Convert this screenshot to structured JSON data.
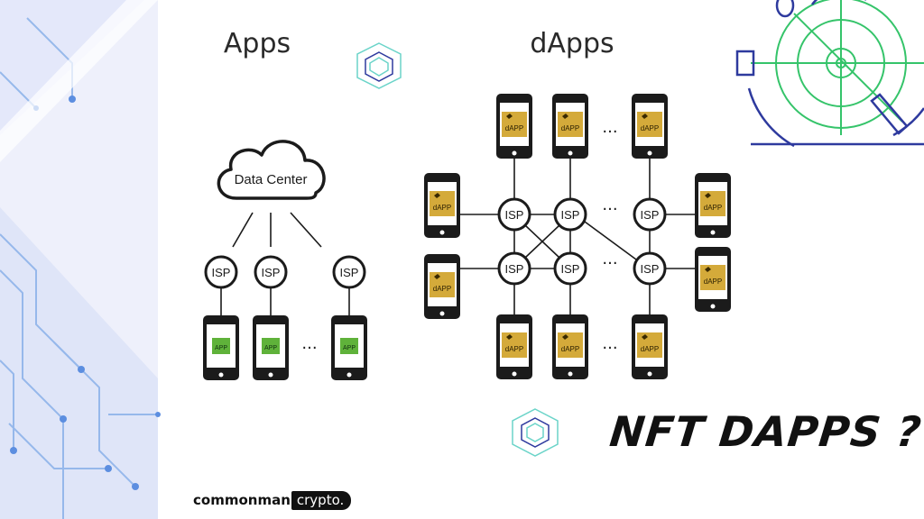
{
  "headings": {
    "apps": "Apps",
    "dapps": "dApps"
  },
  "cloud_label": "Data Center",
  "isp_label": "ISP",
  "app_label": "APP",
  "dapp_label": "dAPP",
  "ellipsis": "···",
  "main_caption": "NFT DAPPS ?",
  "brand": {
    "part1": "commonman",
    "part2": "crypto."
  },
  "colors": {
    "app_green": "#5fb23a",
    "dapp_gold": "#d4aa3a",
    "phone_black": "#1b1b1b",
    "accent_green": "#35c46a",
    "accent_blue": "#2e3a9e",
    "circuit_blue": "#8fb4ea"
  }
}
